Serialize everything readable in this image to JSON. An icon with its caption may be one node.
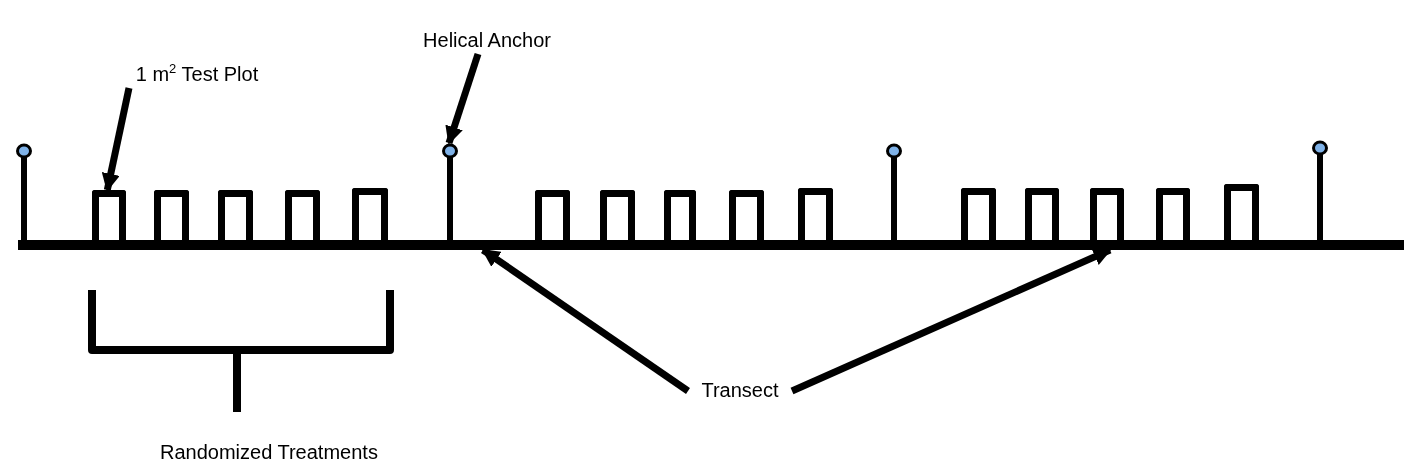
{
  "diagram": {
    "nodes": [
      {
        "text": [
          "Helical Anchor"
        ]
      },
      {
        "text": [
          "1 m$^{2}$ Test Plot"
        ]
      },
      {
        "text": [],
        "shape": "bar"
      },
      {
        "text": [],
        "shape": "post"
      },
      {
        "text": [],
        "shape": "post"
      },
      {
        "text": [],
        "shape": "post"
      },
      {
        "text": [],
        "shape": "post"
      },
      {
        "text": [],
        "shape": "box"
      },
      {
        "text": [],
        "shape": "box"
      },
      {
        "text": [],
        "shape": "box"
      },
      {
        "text": [],
        "shape": "box"
      },
      {
        "text": [],
        "shape": "box"
      },
      {
        "text": [],
        "shape": "box"
      },
      {
        "text": [],
        "shape": "box"
      },
      {
        "text": [],
        "shape": "box"
      },
      {
        "text": [],
        "shape": "box"
      },
      {
        "text": [],
        "shape": "box"
      },
      {
        "text": [],
        "shape": "box"
      },
      {
        "text": [],
        "shape": "box"
      },
      {
        "text": [],
        "shape": "box"
      },
      {
        "text": [],
        "shape": "box"
      },
      {
        "text": [],
        "shape": "box"
      },
      {
        "text": [
          "Transect"
        ]
      }
    ],
    "edges": [
      {
        "from": 0,
        "to": 4,
        "arrow": "to"
      },
      {
        "from": 1,
        "to": 7,
        "arrow": "to"
      },
      {
        "from": 22,
        "to": 2,
        "arrow": "to"
      },
      {
        "from": 22,
        "to": 2,
        "arrow": "to"
      }
    ],
    "labels": [
      "Randomized Treatments"
    ]
  }
}
